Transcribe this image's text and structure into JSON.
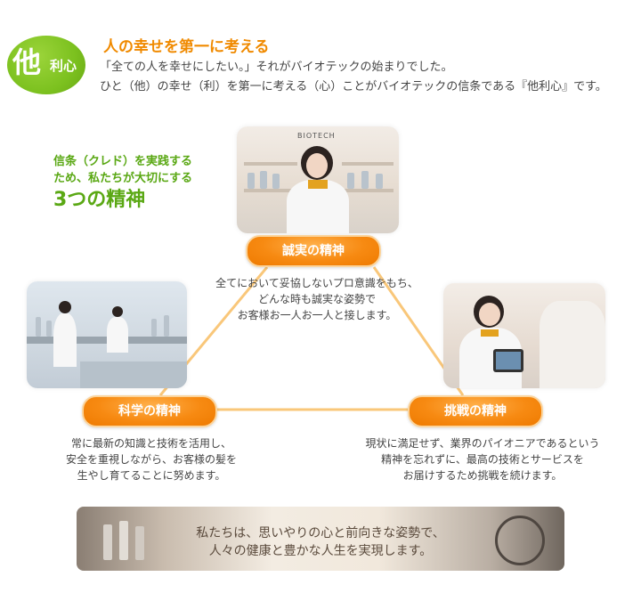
{
  "header": {
    "badge_main": "他",
    "badge_sub": "利心",
    "headline": "人の幸せを第一に考える",
    "intro_line1": "「全ての人を幸せにしたい。」それがバイオテックの始まりでした。",
    "intro_line2": "ひと（他）の幸せ（利）を第一に考える（心）ことがバイオテックの信条である『他利心』です。"
  },
  "credo": {
    "line1": "信条（クレド）を実践する",
    "line2": "ため、私たちが大切にする",
    "line3": "3つの精神"
  },
  "spirits": {
    "sincerity": {
      "label": "誠実の精神",
      "desc_line1": "全てにおいて妥協しないプロ意識をもち、",
      "desc_line2": "どんな時も誠実な姿勢で",
      "desc_line3": "お客様お一人お一人と接します。",
      "photo_sign": "BIOTECH"
    },
    "science": {
      "label": "科学の精神",
      "desc_line1": "常に最新の知識と技術を活用し、",
      "desc_line2": "安全を重視しながら、お客様の髪を",
      "desc_line3": "生やし育てることに努めます。"
    },
    "challenge": {
      "label": "挑戦の精神",
      "desc_line1": "現状に満足せず、業界のパイオニアであるという",
      "desc_line2": "精神を忘れずに、最高の技術とサービスを",
      "desc_line3": "お届けするため挑戦を続けます。"
    }
  },
  "banner": {
    "line1": "私たちは、思いやりの心と前向きな姿勢で、",
    "line2": "人々の健康と豊かな人生を実現します。"
  },
  "colors": {
    "accent_green": "#7cc11f",
    "accent_orange": "#f08a00",
    "pill_orange": "#f78a12",
    "connector": "#f9c77a"
  }
}
